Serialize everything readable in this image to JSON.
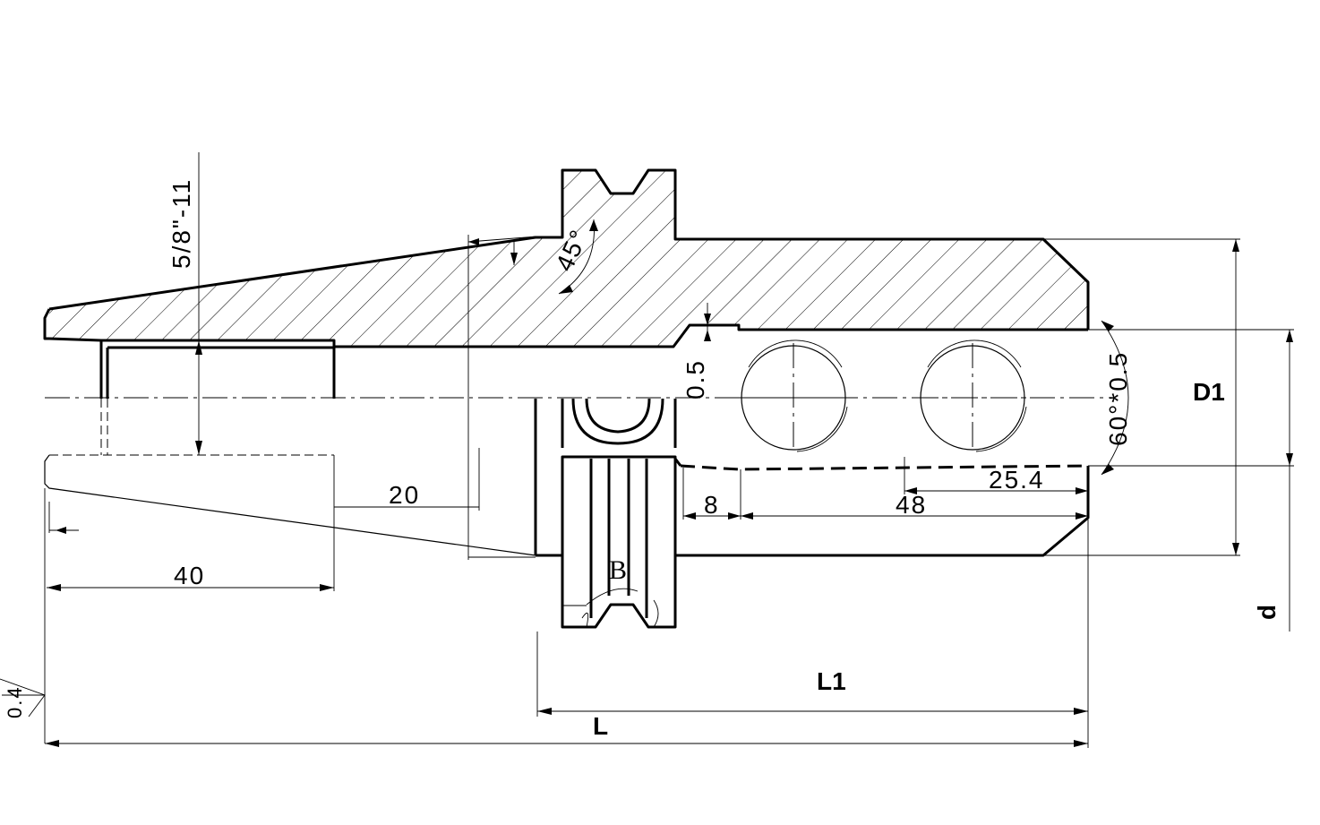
{
  "labels": {
    "thread": "5/8\"-11",
    "angle45": "45°",
    "groove_dia": "0.5",
    "chamfer": "60°*0.5",
    "d1": "D1",
    "d": "d",
    "dim_20": "20",
    "dim_40": "40",
    "dim_8": "8",
    "dim_48": "48",
    "dim_25_4": "25.4",
    "b": "B",
    "l1": "L1",
    "l": "L",
    "roughness": "0.4"
  }
}
